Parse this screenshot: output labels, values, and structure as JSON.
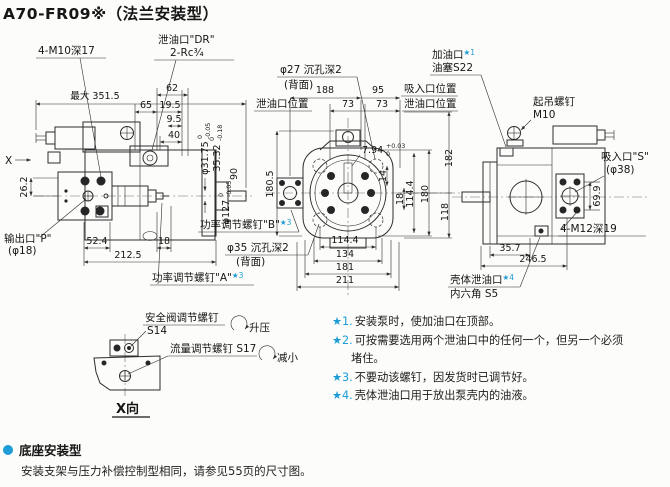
{
  "page": {
    "title": "A70-FR09※（法兰安装型）",
    "accent": "#1e9cd7"
  },
  "left_view": {
    "bolt_label": "4-M10深17",
    "drain_port_1": "泄油口\"DR\"",
    "drain_port_2": "2-Rc¾",
    "max_length": "最大 351.5",
    "d62": "62",
    "d65": "65",
    "d19_5": "19.5",
    "d9_5": "9.5",
    "d40": "40",
    "shaft_dia": "φ31.75",
    "shaft_tol_hi": "0",
    "shaft_tol_lo": "-0.05",
    "key_dim": "35.32",
    "key_tol_hi": "0",
    "key_tol_lo": "-0.18",
    "d90": "90",
    "spigot_dia": "φ127",
    "spigot_tol_hi": "0",
    "spigot_tol_lo": "-0.05",
    "d26_2": "26.2",
    "x_mark": "X",
    "outlet_1": "输出口\"P\"",
    "outlet_2": "(φ18)",
    "d52_4": "52.4",
    "d18": "18",
    "d212_5": "212.5",
    "screw_a": "功率调节螺钉\"A\"",
    "screw_a_ref": "★3"
  },
  "center_view": {
    "cbore27": "φ27 沉孔深2",
    "cbore27_back": "(背面)",
    "d188": "188",
    "d95": "95",
    "suction_pos": "吸入口位置",
    "drain_pos_left": "泄油口位置",
    "drain_pos_right": "泄油口位置",
    "d73a": "73",
    "d73b": "73",
    "d180_5": "180.5",
    "key_w": "7.94",
    "key_w_tol_hi": "+0.03",
    "key_w_tol_lo": "0",
    "d14": "14",
    "d18": "18",
    "d114_4_v": "114.4",
    "d180": "180",
    "d118": "118",
    "d182": "182",
    "d114_4": "114.4",
    "d134": "134",
    "d181": "181",
    "d211": "211",
    "screw_b": "功率调节螺钉\"B\"",
    "screw_b_ref": "★3",
    "cbore35": "φ35 沉孔深2",
    "cbore35_back": "(背面)"
  },
  "right_view": {
    "filler_1": "加油口",
    "filler_ref": "★1",
    "filler_2": "油塞S22",
    "lift_1": "起吊螺钉",
    "lift_2": "M10",
    "suction_1": "吸入口\"S\"",
    "suction_2": "(φ38)",
    "d69_9": "69.9",
    "bolt_label": "4-M12深19",
    "d35_7": "35.7",
    "d246_5": "246.5",
    "case_drain_1": "壳体泄油口",
    "case_drain_ref": "★4",
    "case_drain_2": "内六角 S5"
  },
  "x_view": {
    "relief_1": "安全阀调节螺钉",
    "relief_2": "S14",
    "raise": "升压",
    "flow": "流量调节螺钉 S17",
    "reduce": "减小",
    "caption": "X向"
  },
  "notes": [
    {
      "ref": "★1.",
      "text": "安装泵时，使加油口在顶部。"
    },
    {
      "ref": "★2.",
      "text": "可按需要选用两个泄油口中的任何一个，但另一个必须",
      "text2": "堵住。"
    },
    {
      "ref": "★3.",
      "text": "不要动该螺钉，因发货时已调节好。"
    },
    {
      "ref": "★4.",
      "text": "壳体泄油口用于放出泵壳内的油液。"
    }
  ],
  "footer": {
    "heading": "底座安装型",
    "body": "安装支架与压力补偿控制型相同，请参见55页的尺寸图。"
  }
}
